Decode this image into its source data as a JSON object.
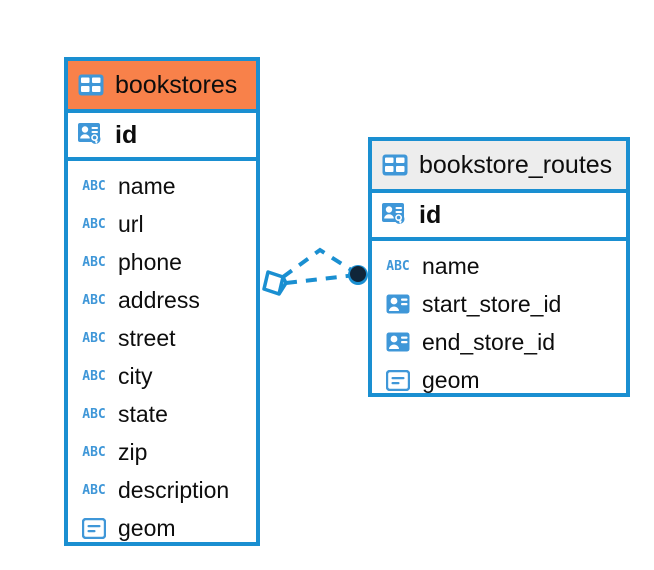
{
  "diagram": {
    "type": "entity-relationship-diagram",
    "colors": {
      "border": "#1a8fd1",
      "accent_header": "#f8814a",
      "plain_header": "#ededed",
      "icon_blue": "#3f97d8",
      "relationship_line": "#1a8fd1",
      "relationship_dot": "#10263a"
    },
    "entities": [
      {
        "name": "bookstores",
        "header_style": "accent",
        "table_icon": "table-icon",
        "primary_key": {
          "label": "id",
          "icon": "primary-key-icon"
        },
        "fields": [
          {
            "label": "name",
            "icon": "abc-icon",
            "icon_text": "ABC"
          },
          {
            "label": "url",
            "icon": "abc-icon",
            "icon_text": "ABC"
          },
          {
            "label": "phone",
            "icon": "abc-icon",
            "icon_text": "ABC"
          },
          {
            "label": "address",
            "icon": "abc-icon",
            "icon_text": "ABC"
          },
          {
            "label": "street",
            "icon": "abc-icon",
            "icon_text": "ABC"
          },
          {
            "label": "city",
            "icon": "abc-icon",
            "icon_text": "ABC"
          },
          {
            "label": "state",
            "icon": "abc-icon",
            "icon_text": "ABC"
          },
          {
            "label": "zip",
            "icon": "abc-icon",
            "icon_text": "ABC"
          },
          {
            "label": "description",
            "icon": "abc-icon",
            "icon_text": "ABC"
          },
          {
            "label": "geom",
            "icon": "geometry-icon"
          }
        ]
      },
      {
        "name": "bookstore_routes",
        "header_style": "plain",
        "table_icon": "table-icon",
        "primary_key": {
          "label": "id",
          "icon": "primary-key-icon"
        },
        "fields": [
          {
            "label": "name",
            "icon": "abc-icon",
            "icon_text": "ABC"
          },
          {
            "label": "start_store_id",
            "icon": "foreign-key-icon"
          },
          {
            "label": "end_store_id",
            "icon": "foreign-key-icon"
          },
          {
            "label": "geom",
            "icon": "geometry-icon"
          }
        ]
      }
    ],
    "relationships": [
      {
        "from": "bookstores",
        "to": "bookstore_routes",
        "style": "dashed"
      },
      {
        "from": "bookstores",
        "to": "bookstore_routes",
        "style": "dashed"
      }
    ]
  }
}
